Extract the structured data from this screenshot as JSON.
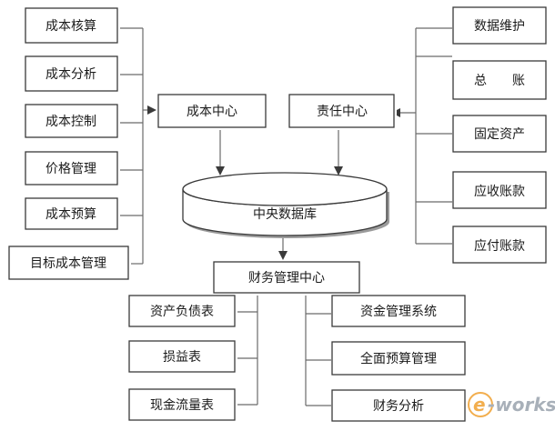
{
  "left_modules": [
    "成本核算",
    "成本分析",
    "成本控制",
    "价格管理",
    "成本预算",
    "目标成本管理"
  ],
  "right_modules": [
    "数据维护",
    "总　　账",
    "固定资产",
    "应收账款",
    "应付账款"
  ],
  "cost_center": "成本中心",
  "responsibility_center": "责任中心",
  "database": "中央数据库",
  "finance_center": "财务管理中心",
  "bottom_left": [
    "资产负债表",
    "损益表",
    "现金流量表"
  ],
  "bottom_right": [
    "资金管理系统",
    "全面预算管理",
    "财务分析"
  ],
  "watermark": "e-works"
}
